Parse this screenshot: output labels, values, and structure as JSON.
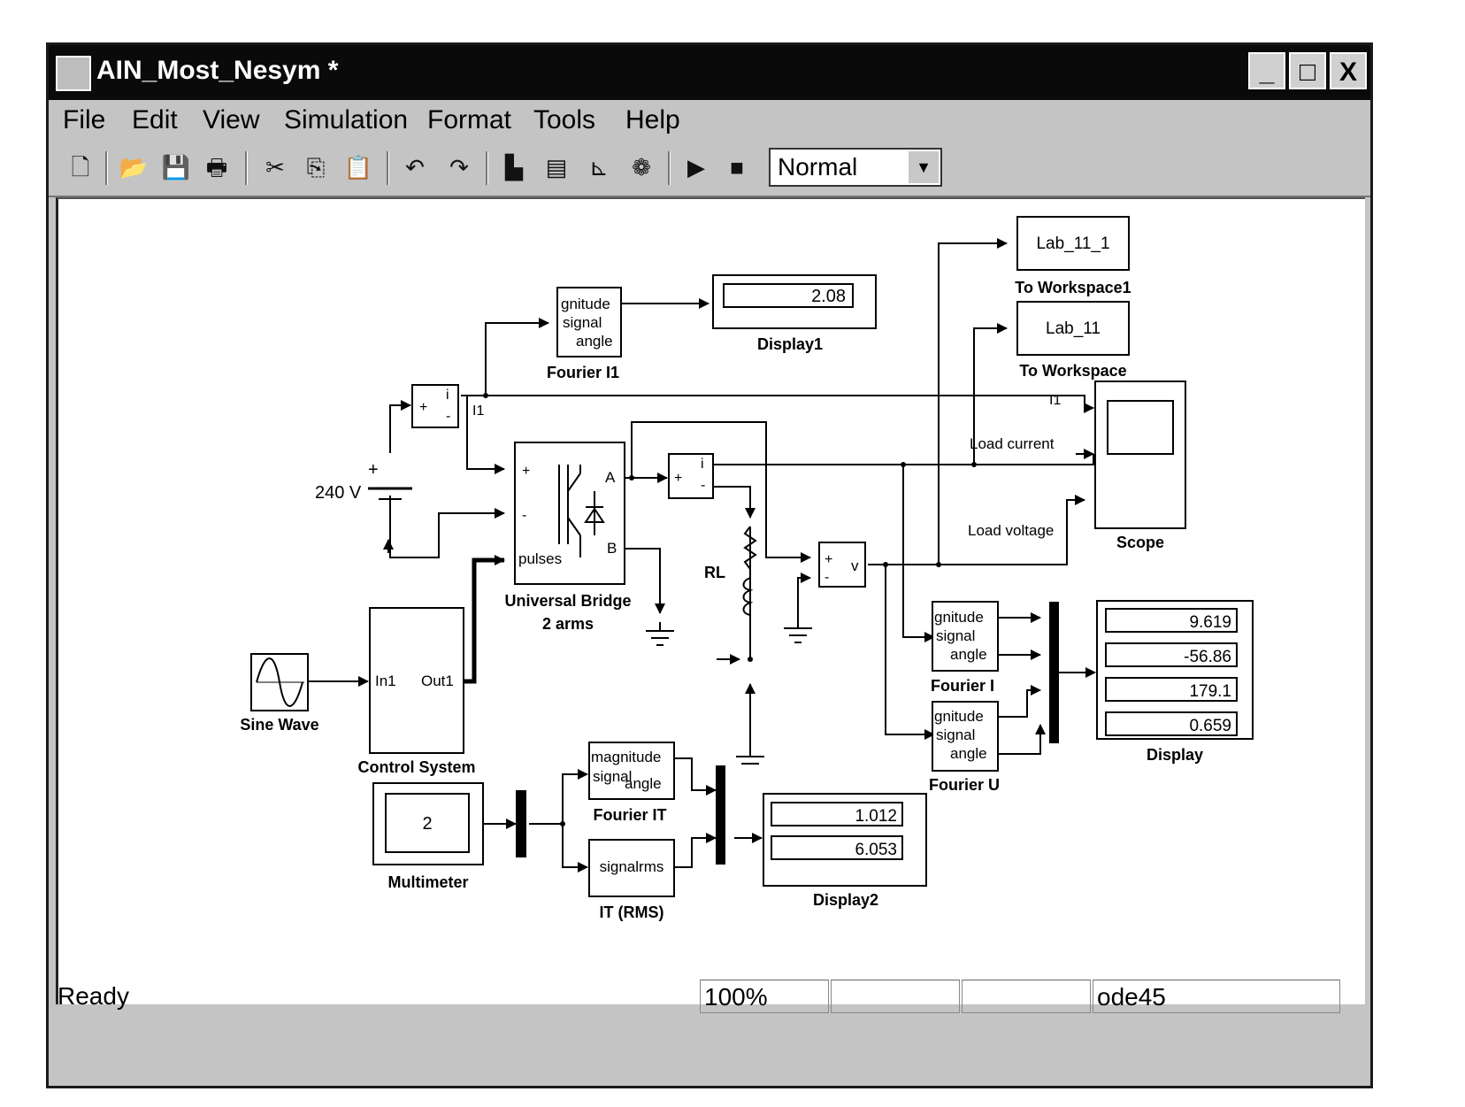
{
  "window": {
    "title": "AIN_Most_Nesym *",
    "buttons": {
      "minimize": "_",
      "maximize": "□",
      "close": "X"
    }
  },
  "menu": [
    "File",
    "Edit",
    "View",
    "Simulation",
    "Format",
    "Tools",
    "Help"
  ],
  "toolbar": {
    "simulation_mode": "Normal",
    "icons": [
      "new-icon",
      "open-icon",
      "save-icon",
      "print-icon",
      "cut-icon",
      "copy-icon",
      "paste-icon",
      "undo-icon",
      "redo-icon",
      "library-browser-icon",
      "model-browser-icon",
      "toggle-icon",
      "debug-icon",
      "start-icon",
      "stop-icon"
    ]
  },
  "status": {
    "state": "Ready",
    "zoom": "100%",
    "solver": "ode45"
  },
  "diagram": {
    "source_voltage": "240 V",
    "source_plus": "+",
    "sine_wave": "Sine Wave",
    "control_system": {
      "name": "Control System",
      "in": "In1",
      "out": "Out1"
    },
    "bridge": {
      "name_line1": "Universal Bridge",
      "name_line2": "2 arms",
      "plus": "+",
      "minus": "-",
      "a": "A",
      "b": "B",
      "pulses": "pulses"
    },
    "current_meter": {
      "i": "i",
      "plus": "+",
      "minus": "-",
      "signal": "I1"
    },
    "load_meter": {
      "i": "i",
      "plus": "+",
      "minus": "-"
    },
    "voltage_meter": {
      "v": "v",
      "plus": "+",
      "minus": "-"
    },
    "load": "RL",
    "fourier_i1": {
      "name": "Fourier I1",
      "l1": "gnitude",
      "l2": "signal",
      "l3": "angle"
    },
    "fourier_i": {
      "name": "Fourier I",
      "l1": "gnitude",
      "l2": "signal",
      "l3": "angle"
    },
    "fourier_u": {
      "name": "Fourier U",
      "l1": "gnitude",
      "l2": "signal",
      "l3": "angle"
    },
    "fourier_it": {
      "name": "Fourier IT",
      "l1": "magnitude",
      "l2": "signal",
      "l3": "angle"
    },
    "rms": {
      "name": "IT (RMS)",
      "label": "signalrms"
    },
    "display1": {
      "name": "Display1",
      "value": "2.08"
    },
    "display": {
      "name": "Display",
      "values": [
        "9.619",
        "-56.86",
        "179.1",
        "0.659"
      ]
    },
    "display2": {
      "name": "Display2",
      "values": [
        "1.012",
        "6.053"
      ]
    },
    "multimeter": {
      "name": "Multimeter",
      "value": "2"
    },
    "workspace1": {
      "name": "To Workspace1",
      "var": "Lab_11_1"
    },
    "workspace": {
      "name": "To Workspace",
      "var": "Lab_11"
    },
    "scope": {
      "name": "Scope"
    },
    "signal_labels": {
      "i1": "I1",
      "load_current": "Load current",
      "load_voltage": "Load voltage"
    }
  }
}
